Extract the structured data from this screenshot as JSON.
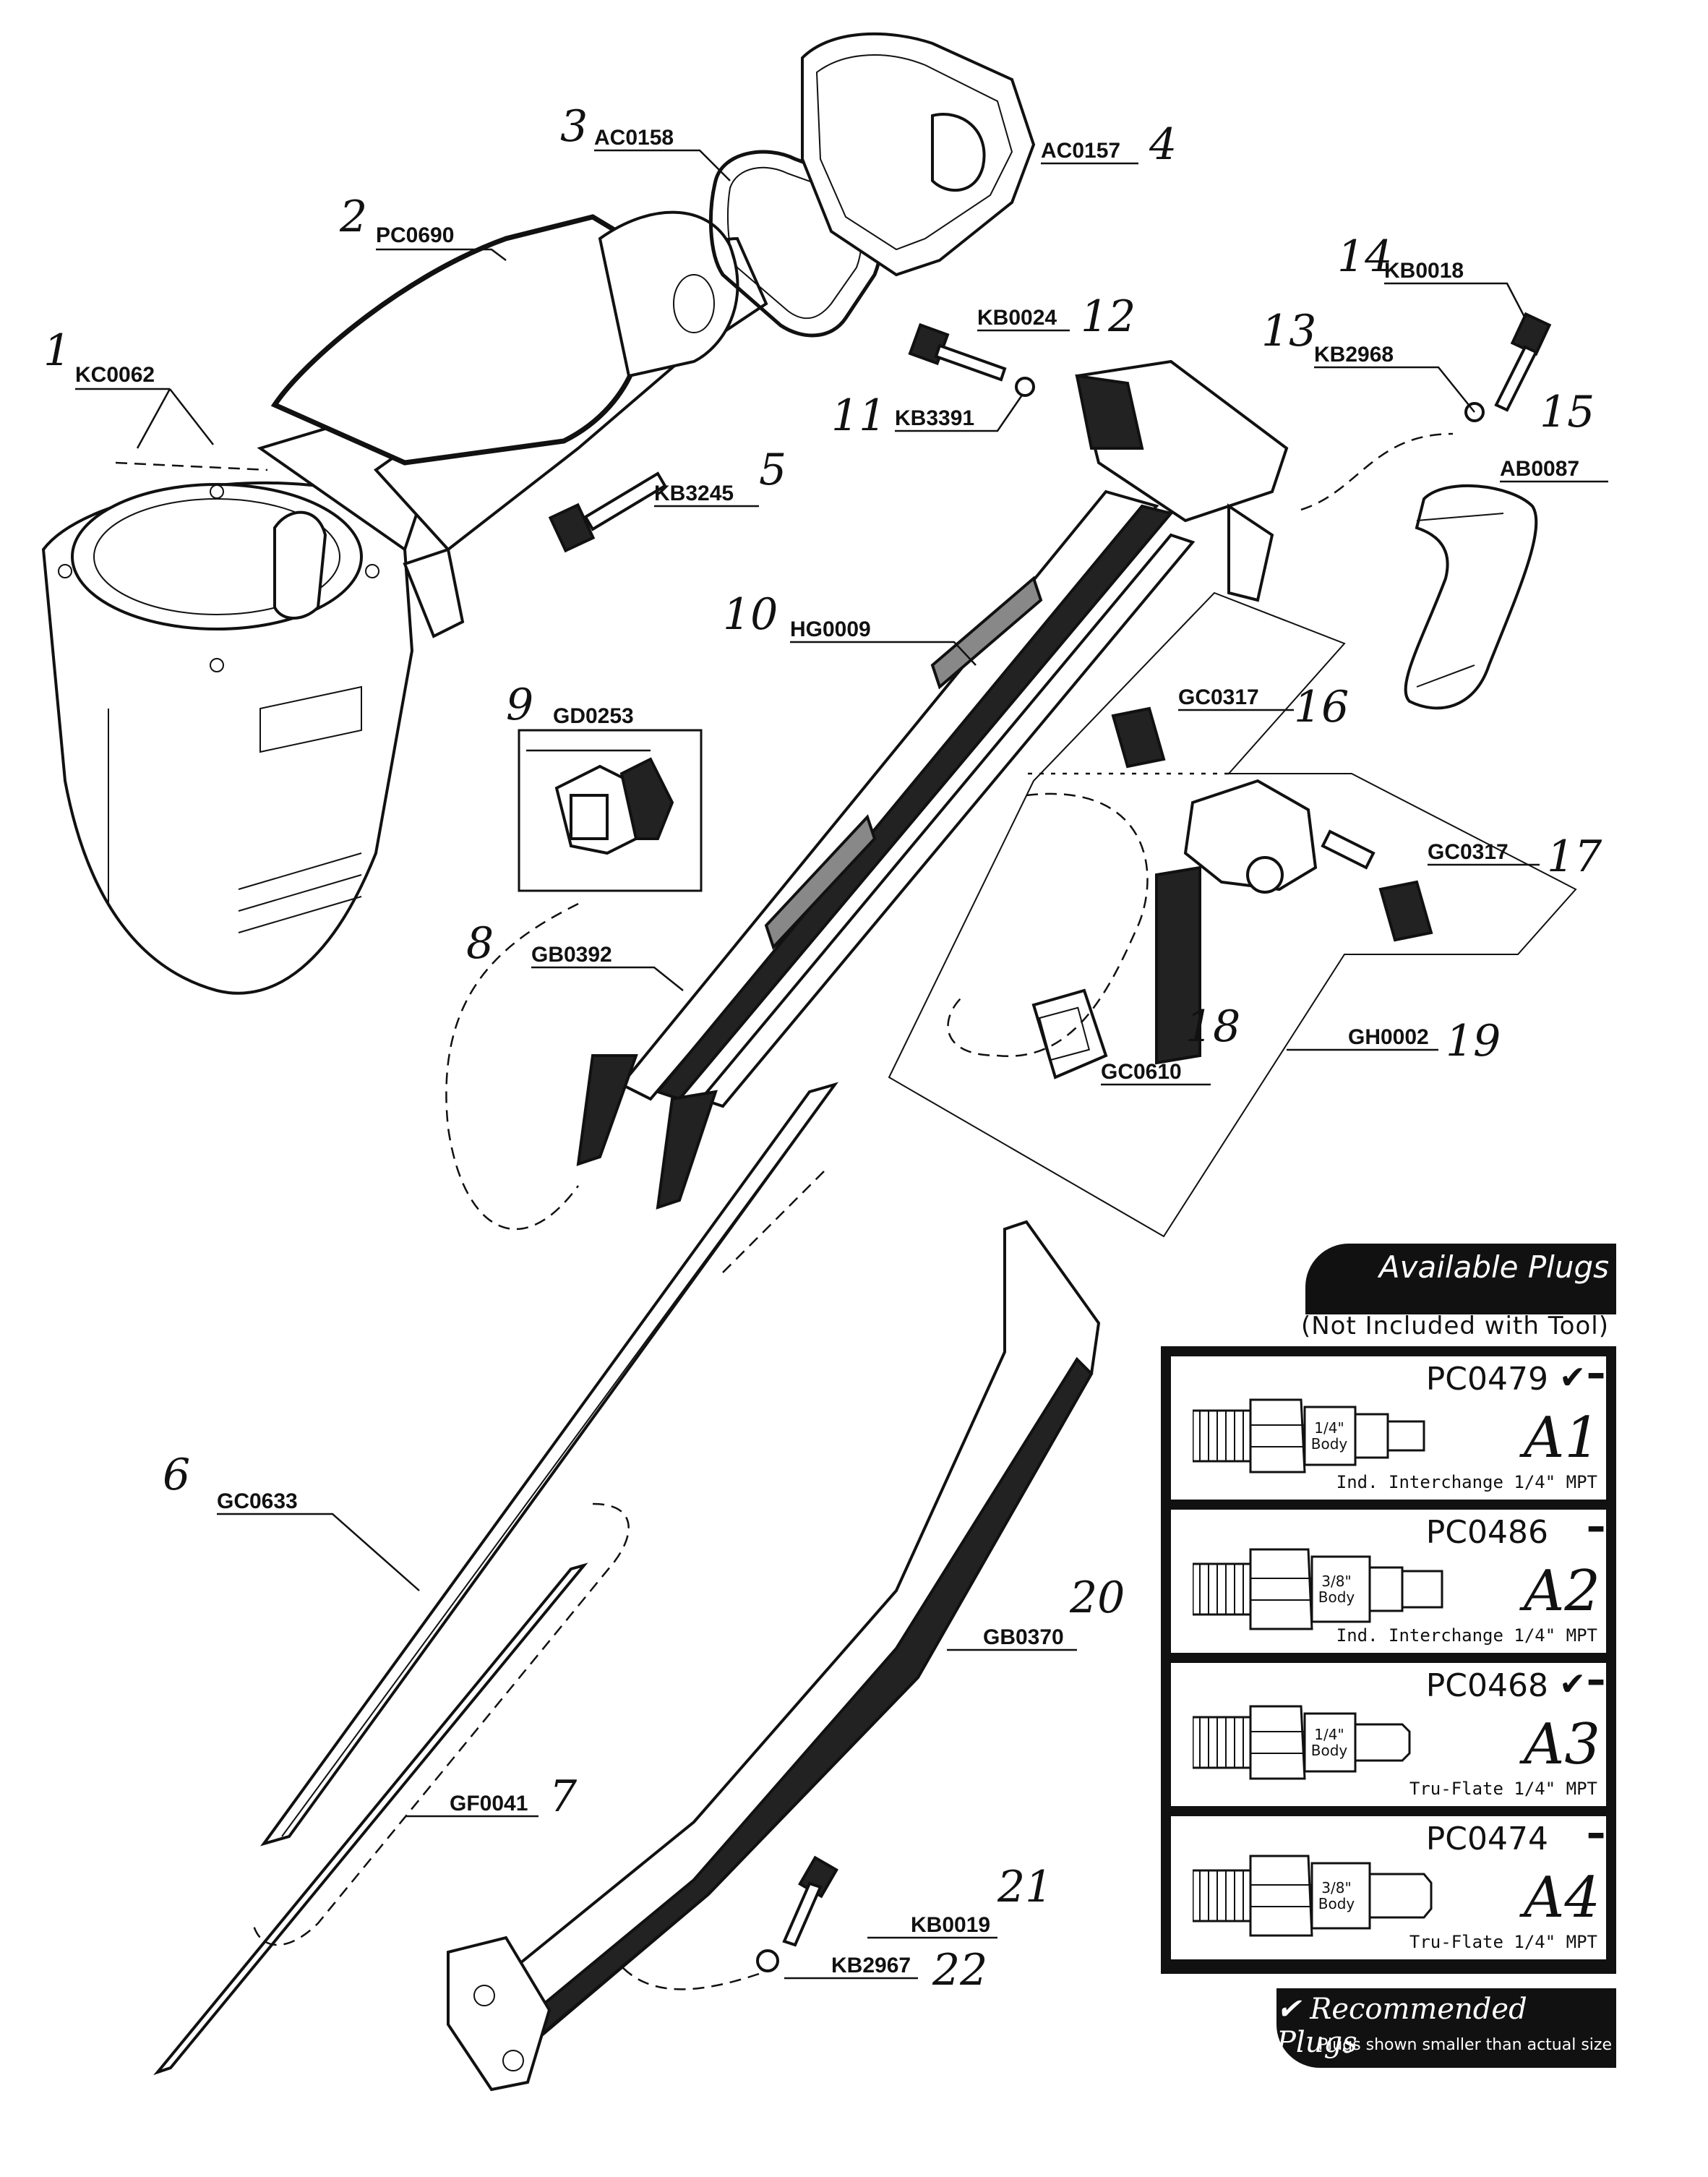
{
  "parts": [
    {
      "num": "1",
      "code": "KC0062"
    },
    {
      "num": "2",
      "code": "PC0690"
    },
    {
      "num": "3",
      "code": "AC0158"
    },
    {
      "num": "4",
      "code": "AC0157"
    },
    {
      "num": "5",
      "code": "KB3245"
    },
    {
      "num": "6",
      "code": "GC0633"
    },
    {
      "num": "7",
      "code": "GF0041"
    },
    {
      "num": "8",
      "code": "GB0392"
    },
    {
      "num": "9",
      "code": "GD0253"
    },
    {
      "num": "10",
      "code": "HG0009"
    },
    {
      "num": "11",
      "code": "KB3391"
    },
    {
      "num": "12",
      "code": "KB0024"
    },
    {
      "num": "13",
      "code": "KB2968"
    },
    {
      "num": "14",
      "code": "KB0018"
    },
    {
      "num": "15",
      "code": "AB0087"
    },
    {
      "num": "16",
      "code": "GC0317"
    },
    {
      "num": "17",
      "code": "GC0317"
    },
    {
      "num": "18",
      "code": "GC0610"
    },
    {
      "num": "19",
      "code": "GH0002"
    },
    {
      "num": "20",
      "code": "GB0370"
    },
    {
      "num": "21",
      "code": "KB0019"
    },
    {
      "num": "22",
      "code": "KB2967"
    }
  ],
  "plugs_panel": {
    "title": "Available Plugs",
    "subtitle": "(Not Included with Tool)",
    "footer_title": "✔ Recommended Plugs",
    "footer_note": "Plugs shown smaller than actual size",
    "items": [
      {
        "code": "PC0479",
        "recommended": true,
        "body": [
          "1/4\"",
          "Body"
        ],
        "desc": "Ind. Interchange 1/4\" MPT",
        "hand_label": "A1"
      },
      {
        "code": "PC0486",
        "recommended": false,
        "body": [
          "3/8\"",
          "Body"
        ],
        "desc": "Ind. Interchange 1/4\" MPT",
        "hand_label": "A2"
      },
      {
        "code": "PC0468",
        "recommended": true,
        "body": [
          "1/4\"",
          "Body"
        ],
        "desc": "Tru-Flate 1/4\" MPT",
        "hand_label": "A3"
      },
      {
        "code": "PC0474",
        "recommended": false,
        "body": [
          "3/8\"",
          "Body"
        ],
        "desc": "Tru-Flate 1/4\" MPT",
        "hand_label": "A4"
      }
    ],
    "check_glyph": "✔",
    "dots_glyph": "▪▪▪"
  }
}
